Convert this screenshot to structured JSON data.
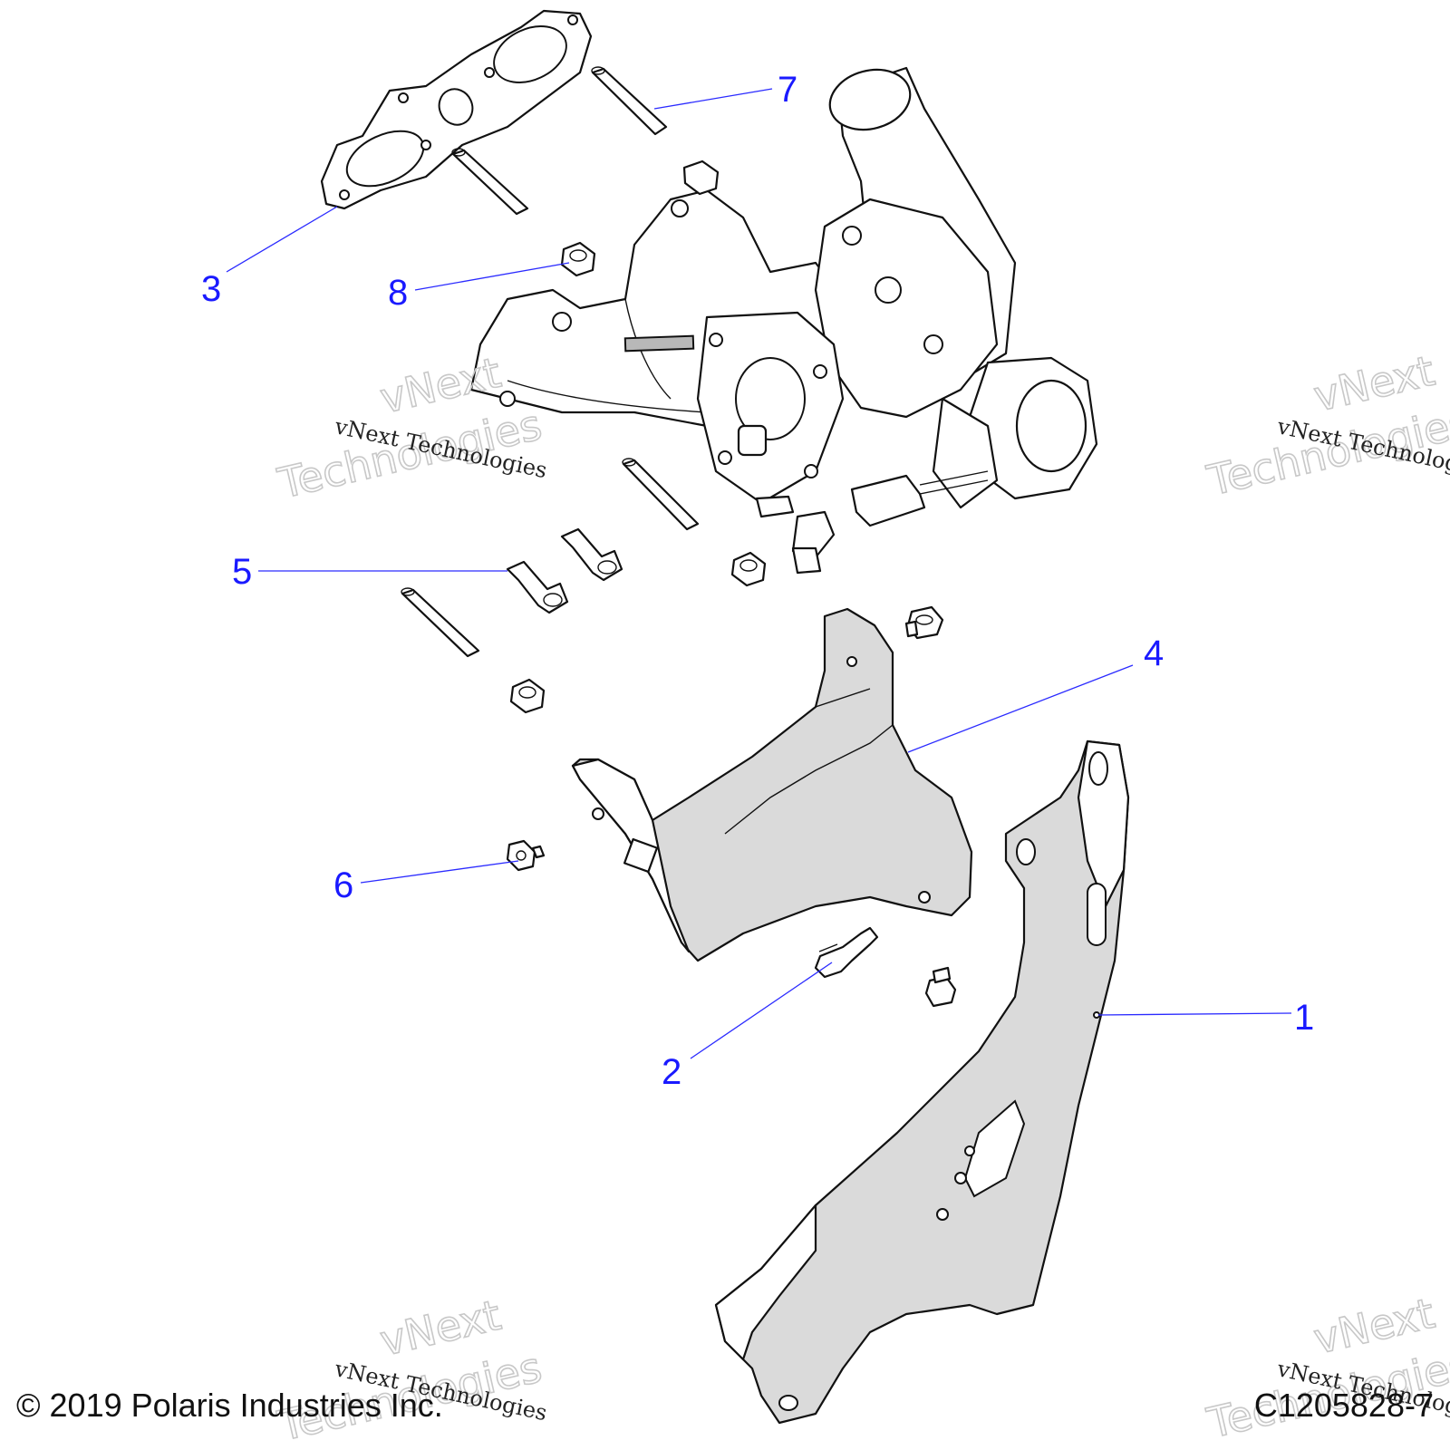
{
  "callouts": [
    {
      "number": "1",
      "part": "bracket-support"
    },
    {
      "number": "2",
      "part": "flange-bolt"
    },
    {
      "number": "3",
      "part": "gasket"
    },
    {
      "number": "4",
      "part": "heat-shield"
    },
    {
      "number": "5",
      "part": "socket-cap-screw"
    },
    {
      "number": "6",
      "part": "flange-nut"
    },
    {
      "number": "7",
      "part": "stud"
    },
    {
      "number": "8",
      "part": "nut"
    }
  ],
  "watermark": {
    "line1": "vNext Technologies",
    "line2": "vNext",
    "line3": "Technologies"
  },
  "footer": {
    "copyright": "© 2019 Polaris Industries Inc.",
    "drawing_id": "C1205828-7"
  },
  "colors": {
    "callout": "#1a1aff",
    "line_art": "#111111",
    "shading": "#dadada"
  }
}
